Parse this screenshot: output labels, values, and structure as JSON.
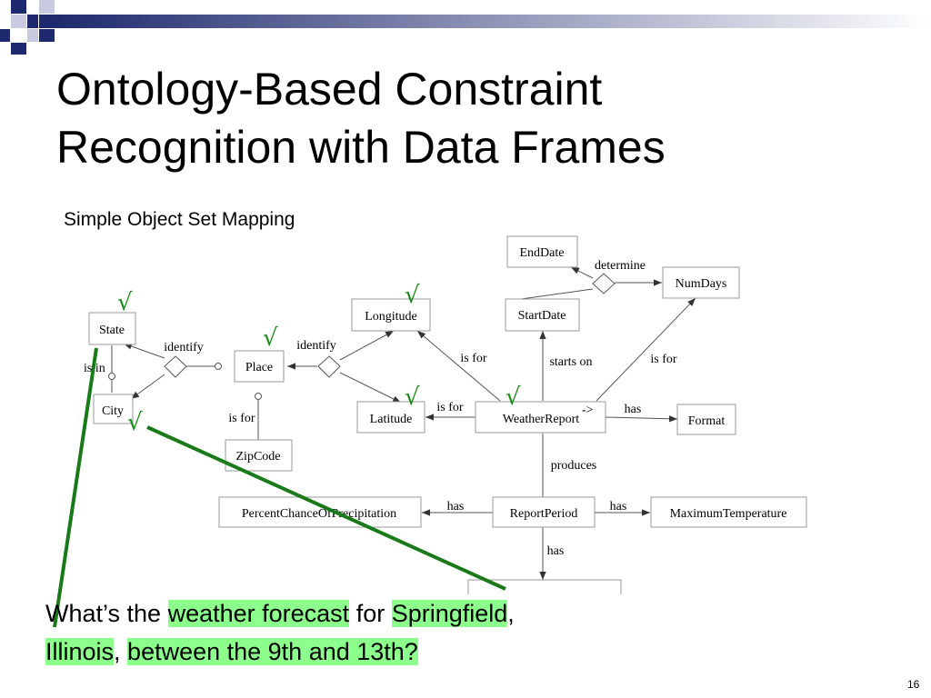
{
  "slide": {
    "title_line1": "Ontology-Based Constraint",
    "title_line2": "Recognition with Data Frames",
    "subtitle": "Simple Object Set Mapping",
    "page_number": "16"
  },
  "colors": {
    "highlight": "#8dff8d",
    "check_green": "#1a8c1a",
    "mapping_line": "#1a7a1a",
    "deco_navy": "#1f2a6e"
  },
  "diagram": {
    "nodes": {
      "state": "State",
      "city": "City",
      "place": "Place",
      "zipcode": "ZipCode",
      "longitude": "Longitude",
      "latitude": "Latitude",
      "enddate": "EndDate",
      "startdate": "StartDate",
      "numdays": "NumDays",
      "weatherreport": "WeatherReport",
      "format": "Format",
      "reportperiod": "ReportPeriod",
      "precip": "PercentChanceOfPrecipitation",
      "maxtemp": "MaximumTemperature"
    },
    "edge_labels": {
      "identify_state_city": "identify",
      "is_in": "is in",
      "identify_lat_long": "identify",
      "is_for_zip": "is for",
      "determine": "determine",
      "is_for_long": "is for",
      "starts_on": "starts on",
      "is_for_numdays": "is for",
      "is_for_lat": "is for",
      "has_format": "has",
      "arrow_dot": "->",
      "produces": "produces",
      "has_precip": "has",
      "has_maxtemp": "has",
      "has_down": "has"
    },
    "check_mark": "√"
  },
  "question": {
    "p1": "What’s the ",
    "h1": "weather forecast",
    "p2": " for ",
    "h2": "Springfield",
    "p3": ",",
    "h3": "Illinois",
    "p4": ", ",
    "h4": "between the 9th and 13th?"
  }
}
